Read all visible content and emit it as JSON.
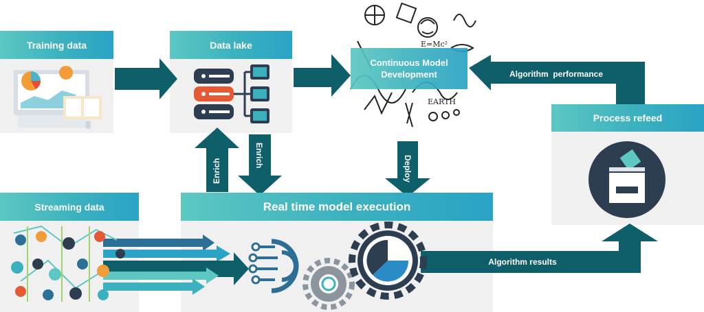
{
  "boxes": {
    "training": "Training data",
    "datalake": "Data lake",
    "cmd": "Continuous Model Development",
    "refeed": "Process refeed",
    "streaming": "Streaming data",
    "realtime": "Real time model execution"
  },
  "arrows": {
    "algo_performance": "Algorithm  performance",
    "algo_results": "Algorithm results",
    "enrich_up": "Enrich",
    "enrich_down": "Enrich",
    "deploy": "Deploy"
  },
  "colors": {
    "arrow": "#0e5f6a",
    "header": "#3bb1bf",
    "panel": "#f0f0f0"
  }
}
